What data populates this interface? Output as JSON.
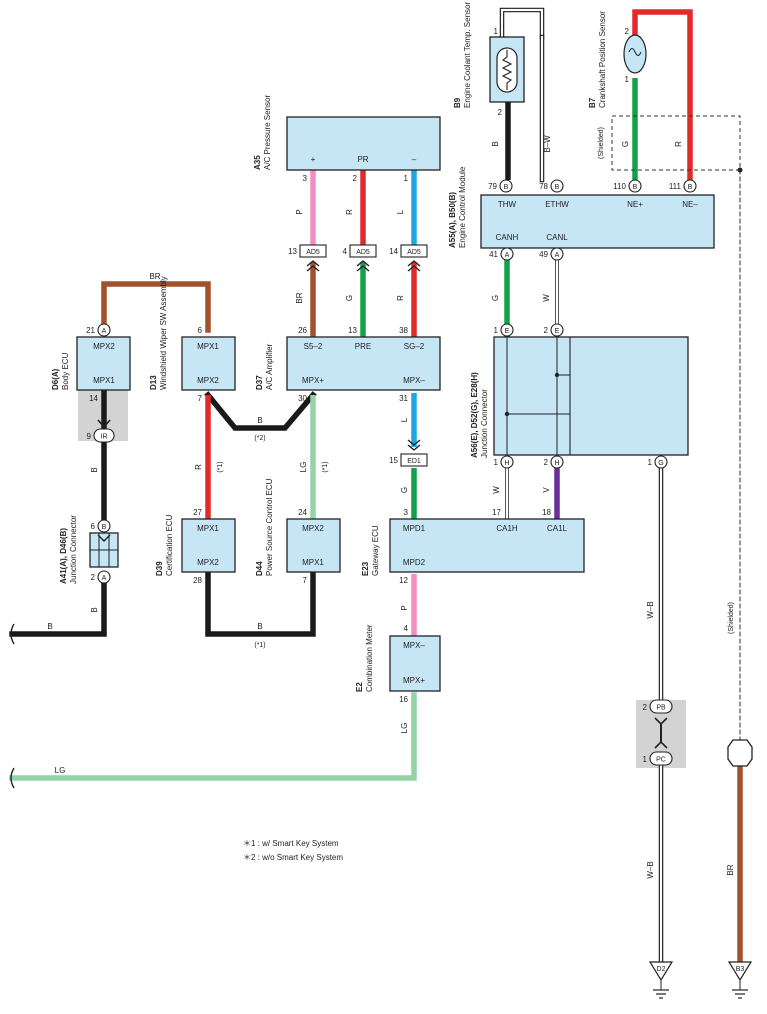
{
  "colors": {
    "ecu_fill": "#c6e6f6",
    "BR": "#a0522d",
    "B": "#1a1a1a",
    "R": "#e02b2b",
    "G": "#14a04a",
    "L": "#1ea7e0",
    "P": "#f28ec4",
    "LG": "#93d3a8",
    "V": "#6a2f9a",
    "W": "#ffffff",
    "shade": "#d3d3d3"
  },
  "components": {
    "a35": {
      "id": "A35",
      "name": "A/C Pressure Sensor",
      "plus": "+",
      "pr": "PR",
      "minus": "–"
    },
    "b9": {
      "id": "B9",
      "name": "Engine Coolant Temp. Sensor"
    },
    "b7": {
      "id": "B7",
      "name": "Crankshaft Position Sensor",
      "shielded": "(Shielded)"
    },
    "ecm": {
      "id": "A55(A), B50(B)",
      "name": "Engine Control Module",
      "thw": "THW",
      "ethw": "ETHW",
      "nep": "NE+",
      "nem": "NE–",
      "canh": "CANH",
      "canl": "CANL"
    },
    "d6": {
      "id": "D6(A)",
      "name": "Body ECU",
      "mpx2": "MPX2",
      "mpx1": "MPX1"
    },
    "d13": {
      "id": "D13",
      "name": "Windshield Wiper SW Assembly",
      "mpx1": "MPX1",
      "mpx2": "MPX2"
    },
    "d37": {
      "id": "D37",
      "name": "A/C Amplifier",
      "s52": "S5–2",
      "pre": "PRE",
      "sg2": "SG–2",
      "mpxp": "MPX+",
      "mpxm": "MPX–"
    },
    "a56": {
      "id": "A56(E), D52(G), E28(H)",
      "name": "Junction Connector"
    },
    "a41": {
      "id": "A41(A), D46(B)",
      "name": "Junction Connector"
    },
    "d39": {
      "id": "D39",
      "name": "Certification ECU",
      "mpx1": "MPX1",
      "mpx2": "MPX2"
    },
    "d44": {
      "id": "D44",
      "name": "Power Source Control ECU",
      "mpx2": "MPX2",
      "mpx1": "MPX1"
    },
    "e23": {
      "id": "E23",
      "name": "Gateway ECU",
      "mpd1": "MPD1",
      "mpd2": "MPD2",
      "ca1h": "CA1H",
      "ca1l": "CA1L"
    },
    "e2": {
      "id": "E2",
      "name": "Combination Meter",
      "mpxm": "MPX–",
      "mpxp": "MPX+"
    }
  },
  "connectors": {
    "ad5": "AD5",
    "ed1": "ED1",
    "ir": "IR",
    "pb": "PB",
    "pc": "PC",
    "d2": "D2",
    "b3": "B3"
  },
  "pins": {
    "b9_1": "1",
    "b9_2": "2",
    "b7_2": "2",
    "b7_1": "1",
    "a35_3": "3",
    "a35_2": "2",
    "a35_1": "1",
    "ecm_79": "79",
    "ecm_78": "78",
    "ecm_110": "110",
    "ecm_111": "111",
    "ecm_41": "41",
    "ecm_49": "49",
    "ad5_13": "13",
    "ad5_4": "4",
    "ad5_14": "14",
    "d37_26": "26",
    "d37_13": "13",
    "d37_38": "38",
    "d37_30": "30",
    "d37_31": "31",
    "d6_21": "21",
    "d6_14": "14",
    "ir_9": "9",
    "d13_6": "6",
    "d13_7": "7",
    "jc_1": "1",
    "jc_2": "2",
    "jc_h1": "1",
    "jc_h2": "2",
    "jc_g1": "1",
    "ed1_15": "15",
    "e23_3": "3",
    "e23_17": "17",
    "e23_18": "18",
    "e23_12": "12",
    "a41_6": "6",
    "a41_2": "2",
    "d39_27": "27",
    "d39_28": "28",
    "d44_24": "24",
    "d44_7": "7",
    "e2_4": "4",
    "e2_16": "16",
    "pb_2": "2",
    "pc_1": "1"
  },
  "pin_letters": {
    "A": "A",
    "B": "B",
    "E": "E",
    "H": "H",
    "G": "G"
  },
  "wire_labels": {
    "P": "P",
    "R": "R",
    "L": "L",
    "B": "B",
    "BW": "B–W",
    "G": "G",
    "BR": "BR",
    "W": "W",
    "V": "V",
    "LG": "LG",
    "WB": "W–B"
  },
  "notes": {
    "n1_tag": "(*1)",
    "n2_tag": "(*2)",
    "shielded": "(Shielded)",
    "legend1": "＊1 : w/ Smart Key System",
    "legend2": "＊2 : w/o Smart Key System"
  }
}
